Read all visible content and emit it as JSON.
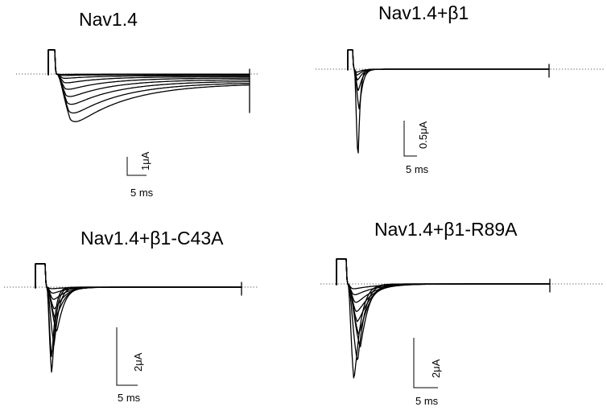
{
  "chart_data": [
    {
      "type": "line",
      "title": "Nav1.4",
      "scale_bar": {
        "current_label": "1μA",
        "current_value_uA": 1,
        "time_label": "5 ms",
        "time_value_ms": 5
      },
      "trace_peak_currents_uA": [
        -2.45,
        -2.0,
        -1.55,
        -1.15,
        -0.78,
        -0.45,
        -0.22,
        -0.08,
        -0.02
      ],
      "trace_time_to_peak_ms": [
        3.6,
        3.2,
        2.8,
        2.5,
        2.2,
        1.9,
        1.6,
        1.3,
        1.0
      ],
      "trace_decay_ms": [
        14,
        13,
        12,
        11,
        10,
        9,
        8,
        6,
        4
      ],
      "trace_end_currents_uA": [
        -0.5,
        -0.45,
        -0.38,
        -0.3,
        -0.22,
        -0.15,
        -0.09,
        -0.04,
        -0.01
      ]
    },
    {
      "type": "line",
      "title": "Nav1.4+β1",
      "scale_bar": {
        "current_label": "0.5μA",
        "current_value_uA": 0.5,
        "time_label": "5 ms",
        "time_value_ms": 5
      },
      "trace_peak_currents_uA": [
        -1.25,
        -0.55,
        -0.3,
        -0.15,
        -0.08,
        -0.04
      ],
      "trace_time_to_peak_ms": [
        1.5,
        1.9,
        1.5,
        1.2,
        1.0,
        0.8
      ],
      "trace_decay_ms": [
        0.7,
        1.2,
        1.5,
        1.8,
        2.0,
        2.2
      ],
      "trace_end_currents_uA": [
        0,
        0,
        0,
        0,
        0,
        0
      ]
    },
    {
      "type": "line",
      "title": "Nav1.4+β1-C43A",
      "scale_bar": {
        "current_label": "2μA",
        "current_value_uA": 2,
        "time_label": "5 ms",
        "time_value_ms": 5
      },
      "trace_peak_currents_uA": [
        -3.0,
        -2.45,
        -2.0,
        -1.55,
        -1.1,
        -0.75,
        -0.42,
        -0.2,
        -0.05
      ],
      "trace_time_to_peak_ms": [
        1.3,
        1.3,
        1.9,
        2.6,
        2.2,
        1.9,
        1.6,
        1.3,
        1.0
      ],
      "trace_decay_ms": [
        0.9,
        0.8,
        1.1,
        1.6,
        2.0,
        2.4,
        3.0,
        3.5,
        4.0
      ],
      "trace_end_currents_uA": [
        0,
        0,
        0,
        0,
        0,
        0,
        0,
        0,
        0
      ]
    },
    {
      "type": "line",
      "title": "Nav1.4+β1-R89A",
      "scale_bar": {
        "current_label": "2μA",
        "current_value_uA": 2,
        "time_label": "5 ms",
        "time_value_ms": 5
      },
      "trace_peak_currents_uA": [
        -3.3,
        -2.7,
        -2.2,
        -1.75,
        -1.3,
        -0.95,
        -0.62,
        -0.35,
        -0.15
      ],
      "trace_time_to_peak_ms": [
        1.5,
        2.4,
        3.1,
        2.7,
        2.3,
        2.0,
        1.7,
        1.3,
        1.0
      ],
      "trace_decay_ms": [
        1.5,
        1.5,
        1.7,
        2.2,
        2.8,
        3.4,
        4.2,
        5.0,
        6.0
      ],
      "trace_end_currents_uA": [
        0,
        0,
        0,
        0,
        0,
        0,
        0,
        0,
        0
      ]
    }
  ]
}
